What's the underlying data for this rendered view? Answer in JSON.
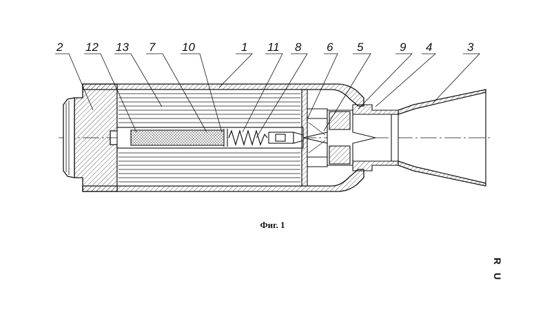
{
  "figure": {
    "caption": "Фиг. 1",
    "side_mark": "R U",
    "callouts": [
      {
        "label": "2"
      },
      {
        "label": "12"
      },
      {
        "label": "13"
      },
      {
        "label": "7"
      },
      {
        "label": "10"
      },
      {
        "label": "1"
      },
      {
        "label": "11"
      },
      {
        "label": "8"
      },
      {
        "label": "6"
      },
      {
        "label": "5"
      },
      {
        "label": "9"
      },
      {
        "label": "4"
      },
      {
        "label": "3"
      }
    ],
    "colors": {
      "line": "#111111",
      "background": "#ffffff"
    }
  }
}
